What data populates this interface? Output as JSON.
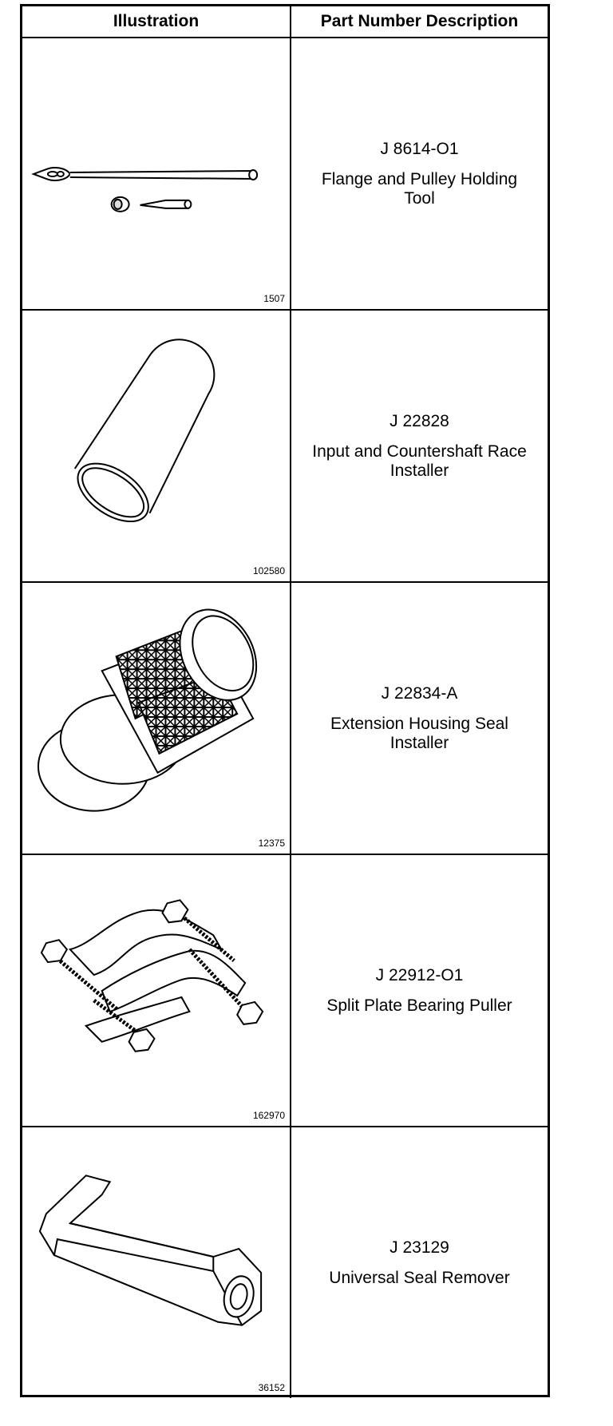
{
  "header": {
    "illustration": "Illustration",
    "description": "Part Number Description"
  },
  "rows": [
    {
      "part_number": "J 8614-O1",
      "name": "Flange and Pulley Holding Tool",
      "figure": "1507",
      "icon": "flange-pulley-holding-tool-icon"
    },
    {
      "part_number": "J 22828",
      "name": "Input and Countershaft Race Installer",
      "figure": "102580",
      "icon": "race-installer-icon"
    },
    {
      "part_number": "J 22834-A",
      "name": "Extension Housing Seal Installer",
      "figure": "12375",
      "icon": "seal-installer-icon"
    },
    {
      "part_number": "J 22912-O1",
      "name": "Split Plate Bearing Puller",
      "figure": "162970",
      "icon": "bearing-puller-icon"
    },
    {
      "part_number": "J 23129",
      "name": "Universal Seal Remover",
      "figure": "36152",
      "icon": "seal-remover-icon"
    }
  ]
}
